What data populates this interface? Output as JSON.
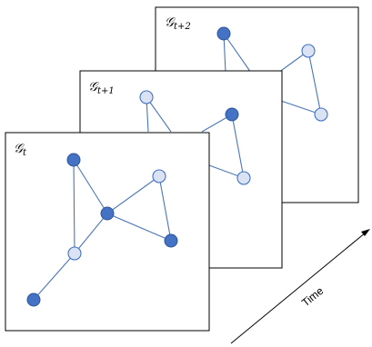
{
  "diagram": {
    "frames": [
      {
        "id": "g2",
        "symbol": "𝒢",
        "subscript": "t+2"
      },
      {
        "id": "g1",
        "symbol": "𝒢",
        "subscript": "t+1"
      },
      {
        "id": "g0",
        "symbol": "𝒢",
        "subscript": "t"
      }
    ],
    "time_axis_label": "Time",
    "colors": {
      "node_dark": "#4472c4",
      "node_light": "#dae3f3",
      "edge": "#4a76b8"
    }
  }
}
